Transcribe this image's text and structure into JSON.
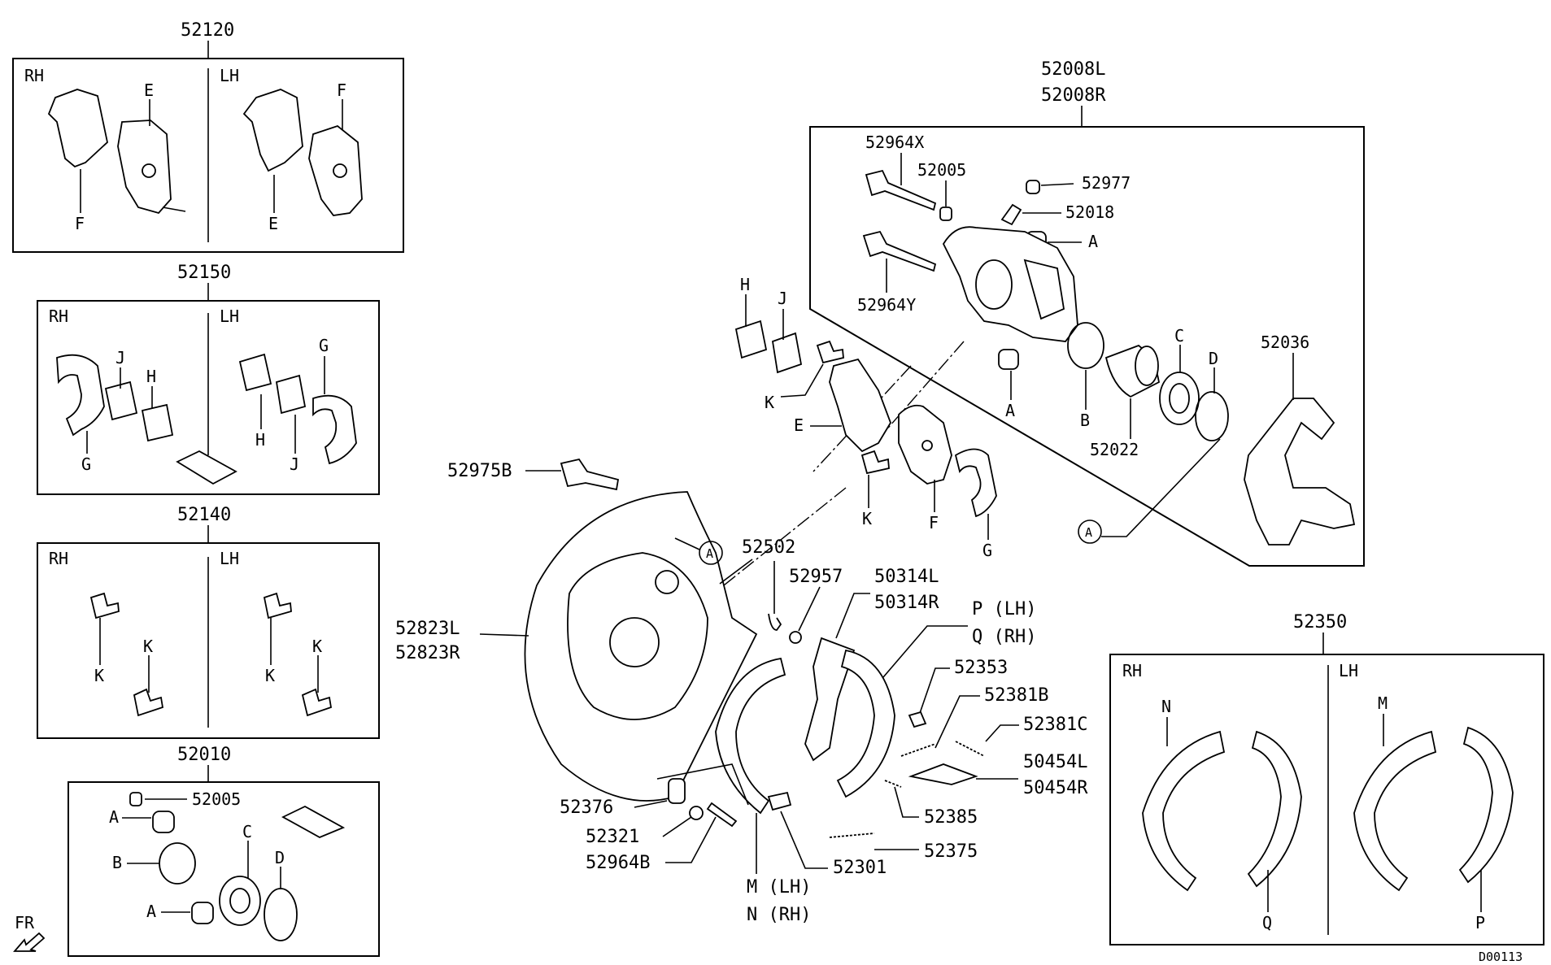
{
  "groups": {
    "g52120": {
      "no": "52120",
      "rh": "RH",
      "lh": "LH",
      "parts": [
        "E",
        "F",
        "F",
        "E"
      ]
    },
    "g52150": {
      "no": "52150",
      "rh": "RH",
      "lh": "LH",
      "parts": [
        "J",
        "H",
        "G",
        "G",
        "H",
        "J"
      ]
    },
    "g52140": {
      "no": "52140",
      "rh": "RH",
      "lh": "LH",
      "parts": [
        "K",
        "K",
        "K",
        "K"
      ]
    },
    "g52010": {
      "no": "52010",
      "parts": [
        "52005",
        "A",
        "B",
        "C",
        "D",
        "A"
      ]
    },
    "g52008": {
      "no1": "52008L",
      "no2": "52008R",
      "parts": [
        "52964X",
        "52005",
        "52977",
        "52018",
        "A",
        "52964Y",
        "C",
        "D",
        "52036",
        "A",
        "B",
        "52022"
      ]
    },
    "g52350": {
      "no": "52350",
      "rh": "RH",
      "lh": "LH",
      "parts": [
        "N",
        "Q",
        "M",
        "P"
      ]
    }
  },
  "callouts": {
    "c52975B": "52975B",
    "cA": "A",
    "c52502": "52502",
    "c52957": "52957",
    "c50314L": "50314L",
    "c50314R": "50314R",
    "cPLH": "P (LH)",
    "cQRH": "Q (RH)",
    "c52823L": "52823L",
    "c52823R": "52823R",
    "c52353": "52353",
    "c52381B": "52381B",
    "c52381C": "52381C",
    "c50454L": "50454L",
    "c50454R": "50454R",
    "c52385": "52385",
    "c52376": "52376",
    "c52321": "52321",
    "c52964B": "52964B",
    "c52301": "52301",
    "c52375": "52375",
    "cMLH": "M (LH)",
    "cNRH": "N (RH)",
    "padH": "H",
    "padJ": "J",
    "padK1": "K",
    "padE": "E",
    "padK2": "K",
    "padF": "F",
    "padG": "G"
  },
  "fr_label": "FR",
  "ref_code": "D00113"
}
